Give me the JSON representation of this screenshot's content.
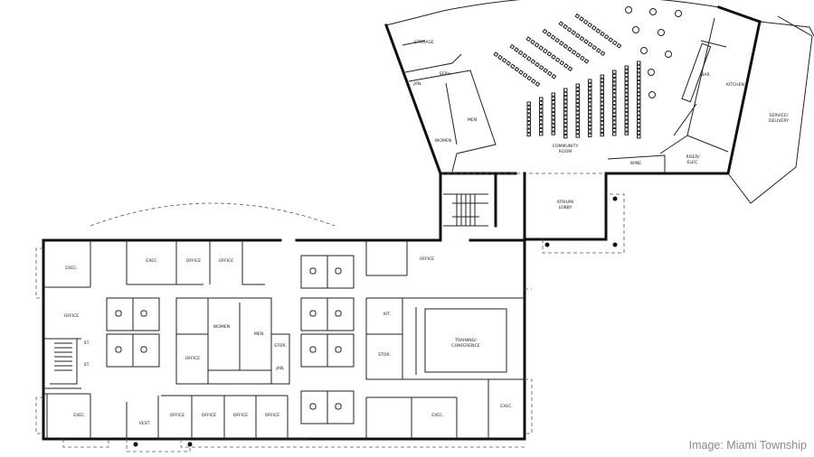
{
  "caption": "Image: Miami Township",
  "community_wing": {
    "storage": "STORAGE",
    "serv": "SERV.",
    "jan": "JAN.",
    "men": "MEN",
    "women": "WOMEN",
    "community_room": [
      "COMMUNITY",
      "ROOM"
    ],
    "bar": "BAR",
    "kitchen": "KITCHEN",
    "service_delivery": [
      "SERVICE/",
      "DELIVERY"
    ],
    "wine": "WINE",
    "riser_elec": [
      "RISER/",
      "ELEC."
    ],
    "atrium_lobby": [
      "ATRIUM/",
      "LOBBY"
    ]
  },
  "office_wing": {
    "exec_nw": "EXEC.",
    "exec_n": "EXEC.",
    "office_n1": "OFFICE",
    "office_n2": "OFFICE",
    "office_ne": "OFFICE",
    "office_w": "OFFICE",
    "st1": "ST.",
    "st2": "ST.",
    "women": "WOMEN",
    "men": "MEN",
    "office_c": "OFFICE",
    "stor_c": "STOR.",
    "jan": "JAN.",
    "kit": "KIT.",
    "stor_e": "STOR.",
    "training": [
      "TRAINING/",
      "CONFERENCE"
    ],
    "exec_sw": "EXEC.",
    "vest": "VEST.",
    "office_s1": "OFFICE",
    "office_s2": "OFFICE",
    "office_s3": "OFFICE",
    "office_s4": "OFFICE",
    "exec_s": "EXEC.",
    "exec_se": "EXEC."
  }
}
